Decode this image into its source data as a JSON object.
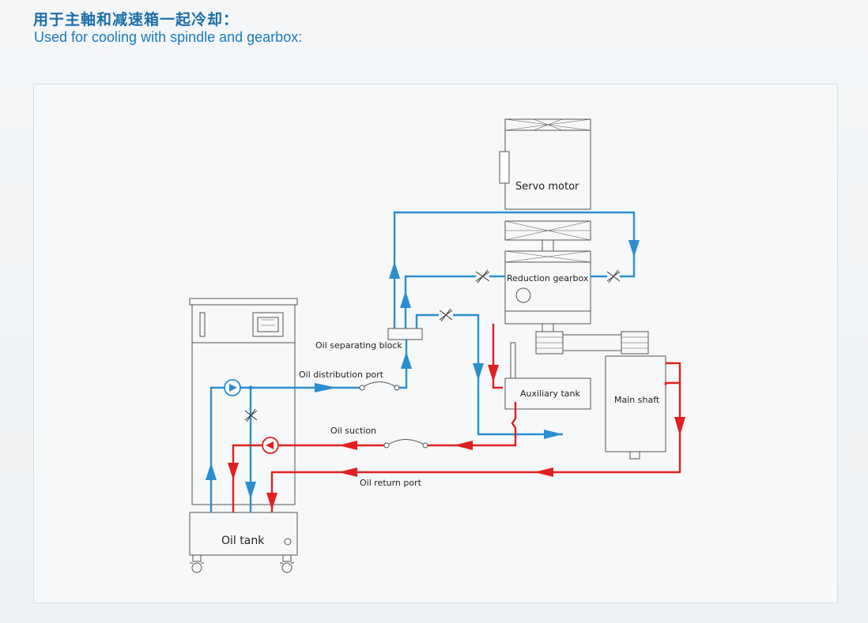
{
  "header": {
    "title_cn": "用于主軸和减速箱一起冷却：",
    "title_en": "Used for cooling with spindle and gearbox:"
  },
  "diagram": {
    "labels": {
      "servo_motor": "Servo motor",
      "reduction_gearbox": "Reduction gearbox",
      "oil_separating_block": "Oil separating block",
      "oil_distribution_port": "Oil distribution port",
      "auxiliary_tank": "Auxiliary tank",
      "main_shaft": "Main shaft",
      "oil_suction": "Oil suction",
      "oil_return_port": "Oil return port",
      "oil_tank": "Oil tank"
    },
    "colors": {
      "supply_line": "#2a8fd0",
      "return_line": "#e02020",
      "outline": "#555555",
      "heading": "#1a6fa8"
    },
    "icons": [
      "pump-icon",
      "throttle-valve-icon",
      "quick-coupling-icon",
      "caster-wheel-icon",
      "flow-arrow-icon"
    ]
  }
}
